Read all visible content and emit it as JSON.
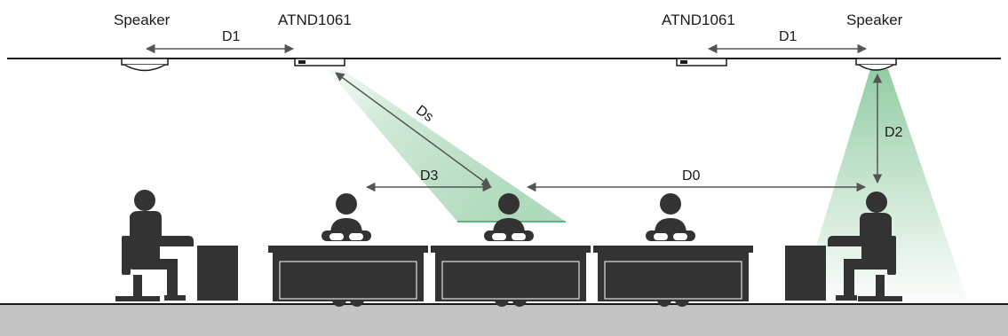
{
  "labels": {
    "speaker_left": "Speaker",
    "mic_left": "ATND1061",
    "mic_right": "ATND1061",
    "speaker_right": "Speaker",
    "d1_left": "D1",
    "d1_right": "D1",
    "ds": "Ds",
    "d3": "D3",
    "d0": "D0",
    "d2": "D2"
  },
  "colors": {
    "line": "#1a1a1a",
    "arrow": "#555555",
    "floor": "#c3c3c3",
    "person": "#333333",
    "beam": "#3aa35a"
  }
}
